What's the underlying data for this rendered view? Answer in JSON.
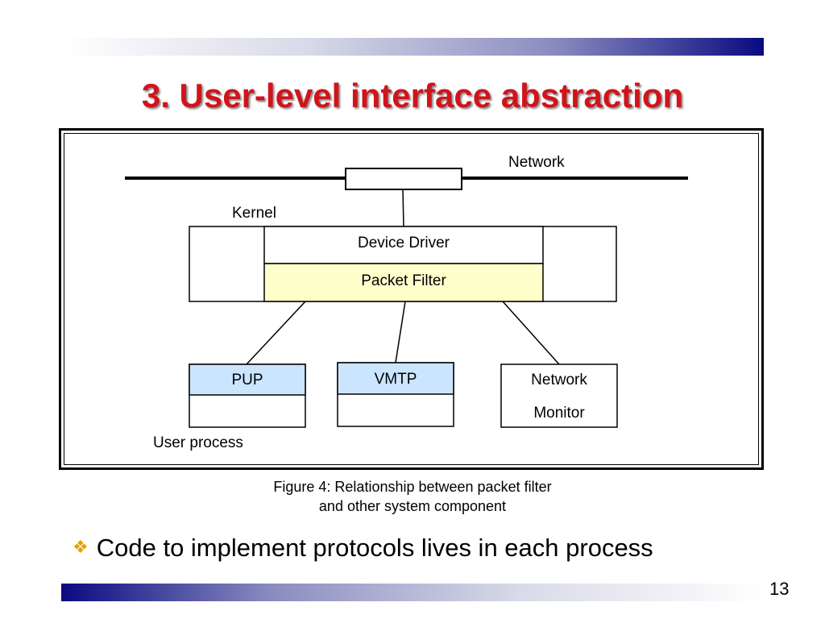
{
  "slide": {
    "title": "3. User-level interface abstraction",
    "page_number": "13"
  },
  "diagram": {
    "network_label": "Network",
    "kernel_label": "Kernel",
    "device_driver_label": "Device Driver",
    "packet_filter_label": "Packet Filter",
    "processes": {
      "pup": "PUP",
      "vmtp": "VMTP",
      "network_monitor_line1": "Network",
      "network_monitor_line2": "Monitor"
    },
    "user_process_label": "User process",
    "colors": {
      "packet_filter_fill": "#ffffcc",
      "protocol_header_fill": "#cce5ff",
      "title_color": "#d0141c",
      "bullet_color": "#e8a000"
    }
  },
  "caption": {
    "line1": "Figure 4: Relationship between packet filter",
    "line2": "and other system component"
  },
  "bullets": [
    {
      "icon": "four-diamond-bullet-icon",
      "text": "Code to implement protocols lives in each process"
    }
  ]
}
